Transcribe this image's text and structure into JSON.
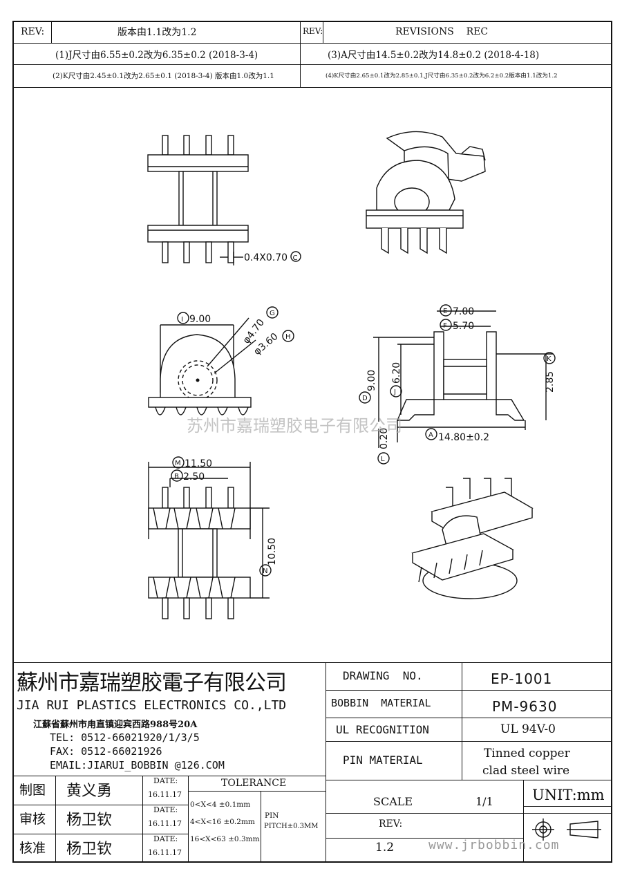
{
  "revision_table": {
    "rev_label_left": "REV:",
    "left_header": "版本由1.1改为1.2",
    "rev_label_right": "REV:",
    "right_header": "REVISIONS    REC",
    "row1_left": "(1)J尺寸由6.55±0.2改为6.35±0.2 (2018-3-4)",
    "row1_right": "(3)A尺寸由14.5±0.2改为14.8±0.2 (2018-4-18)",
    "row2_left": "(2)K尺寸由2.45±0.1改为2.65±0.1 (2018-3-4) 版本由1.0改为1.1",
    "row2_right": "(4)K尺寸由2.65±0.1改为2.85±0.1,J尺寸由6.35±0.2改为6.2±0.2版本由1.1改为1.2"
  },
  "dimensions": {
    "pin": "0.4X0.70",
    "pin_ref": "C",
    "i_ref": "I",
    "i_val": "9.00",
    "g_ref": "G",
    "g_val": "φ4.70",
    "h_ref": "H",
    "h_val": "φ3.60",
    "e_ref": "E",
    "e_val": "7.00",
    "f_ref": "F",
    "f_val": "5.70",
    "d_ref": "D",
    "d_val": "9.00",
    "j_ref": "J",
    "j_val": "6.20",
    "k_ref": "K",
    "k_val": "2.85",
    "l_ref": "L",
    "l_val": "0.20",
    "a_ref": "A",
    "a_val": "14.80±0.2",
    "m_ref": "M",
    "m_val": "11.50",
    "b_ref": "B",
    "b_val": "2.50",
    "n_ref": "N",
    "n_val": "10.50"
  },
  "watermark": "苏州市嘉瑞塑胶电子有限公司",
  "company": {
    "name_cn": "蘇州市嘉瑞塑胶電子有限公司",
    "name_en": "JIA RUI PLASTICS ELECTRONICS CO.,LTD",
    "address": "江蘇省蘇州市甪直镇迎宾西路988号20A",
    "tel": "TEL:  0512-66021920/1/3/5",
    "fax": "FAX:  0512-66021926",
    "email": "EMAIL:JIARUI_BOBBIN @126.COM"
  },
  "specs": {
    "drawing_no_label": "DRAWING  NO.",
    "drawing_no": "EP-1001",
    "bobbin_material_label": "BOBBIN  MATERIAL",
    "bobbin_material": "PM-9630",
    "ul_label": "UL RECOGNITION",
    "ul_value": "UL 94V-0",
    "pin_material_label": "PIN MATERIAL",
    "pin_material_line1": "Tinned copper",
    "pin_material_line2": "clad steel wire",
    "scale_label": "SCALE",
    "scale_value": "1/1",
    "unit": "UNIT:mm",
    "rev_label": "REV:",
    "rev_value": "1.2"
  },
  "approvals": {
    "rows": [
      {
        "role": "制图",
        "name": "黄义勇",
        "date_label": "DATE:",
        "date": "16.11.17"
      },
      {
        "role": "审核",
        "name": "杨卫钦",
        "date_label": "DATE:",
        "date": "16.11.17"
      },
      {
        "role": "核准",
        "name": "杨卫钦",
        "date_label": "DATE:",
        "date": "16.11.17"
      }
    ],
    "tolerance_label": "TOLERANCE",
    "tol1": "0<X<4  ±0.1mm",
    "tol2": "4<X<16 ±0.2mm",
    "tol3": "16<X<63 ±0.3mm",
    "pin_label": "PIN",
    "pin_pitch": "PITCH±0.3MM"
  },
  "website": "www.jrbobbin.com"
}
